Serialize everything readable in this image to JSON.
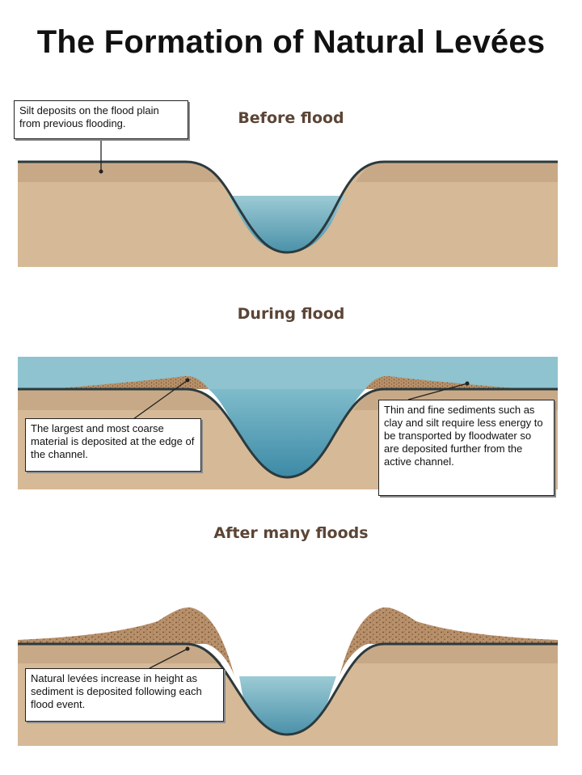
{
  "title": "The Formation of Natural Levées",
  "stages": {
    "before": {
      "label": "Before flood",
      "callout": "Silt deposits on the flood plain from previous flooding."
    },
    "during": {
      "label": "During flood",
      "callout_left": "The largest and most coarse material is deposited at the edge of the channel.",
      "callout_right": "Thin and fine sediments such as clay and silt require less energy to be transported by floodwater so are deposited further from the active channel."
    },
    "after": {
      "label": "After many floods",
      "callout": "Natural levées increase in height as sediment is deposited following each flood event."
    }
  },
  "colors": {
    "ground": "#d6b996",
    "silt_layer": "#c8a987",
    "outline": "#2b3a3e",
    "water_top": "#8fc3cf",
    "water_deep": "#4a94ad",
    "flood_water": "#8ec3cf",
    "sediment": "#b8906a",
    "sediment_dots": "#6b4a32"
  }
}
